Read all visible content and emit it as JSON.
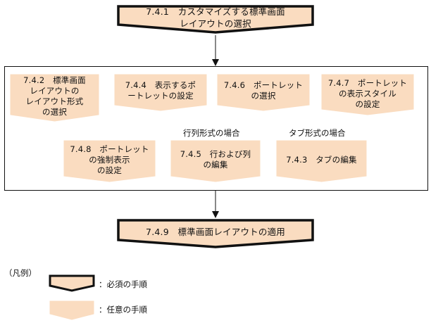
{
  "colors": {
    "node_fill": "#fadcc0",
    "node_stroke_optional": "#fadcc0",
    "node_stroke_required": "#111111",
    "frame": "#111111",
    "arrow": "#111111",
    "text": "#111111"
  },
  "flow": {
    "top_step": "7.4.1　カスタマイズする標準画面\nレイアウトの選択",
    "bottom_step": "7.4.9　標準画面レイアウトの適用"
  },
  "group": {
    "row1": [
      "7.4.2　標準画面\nレイアウトの\nレイアウト形式\nの選択",
      "7.4.4　表示するポ\nートレットの設定",
      "7.4.6　ポートレット\nの選択",
      "7.4.7　ポートレット\nの表示スタイル\nの設定"
    ],
    "row2": [
      "7.4.8　ポートレット\nの強制表示\nの設定",
      "7.4.5　行および列\nの編集",
      "7.4.3　タブの編集"
    ],
    "condition_matrix": "行列形式の場合",
    "condition_tab": "タブ形式の場合"
  },
  "legend": {
    "title": "（凡例）",
    "required": "：必須の手順",
    "optional": "：任意の手順"
  }
}
